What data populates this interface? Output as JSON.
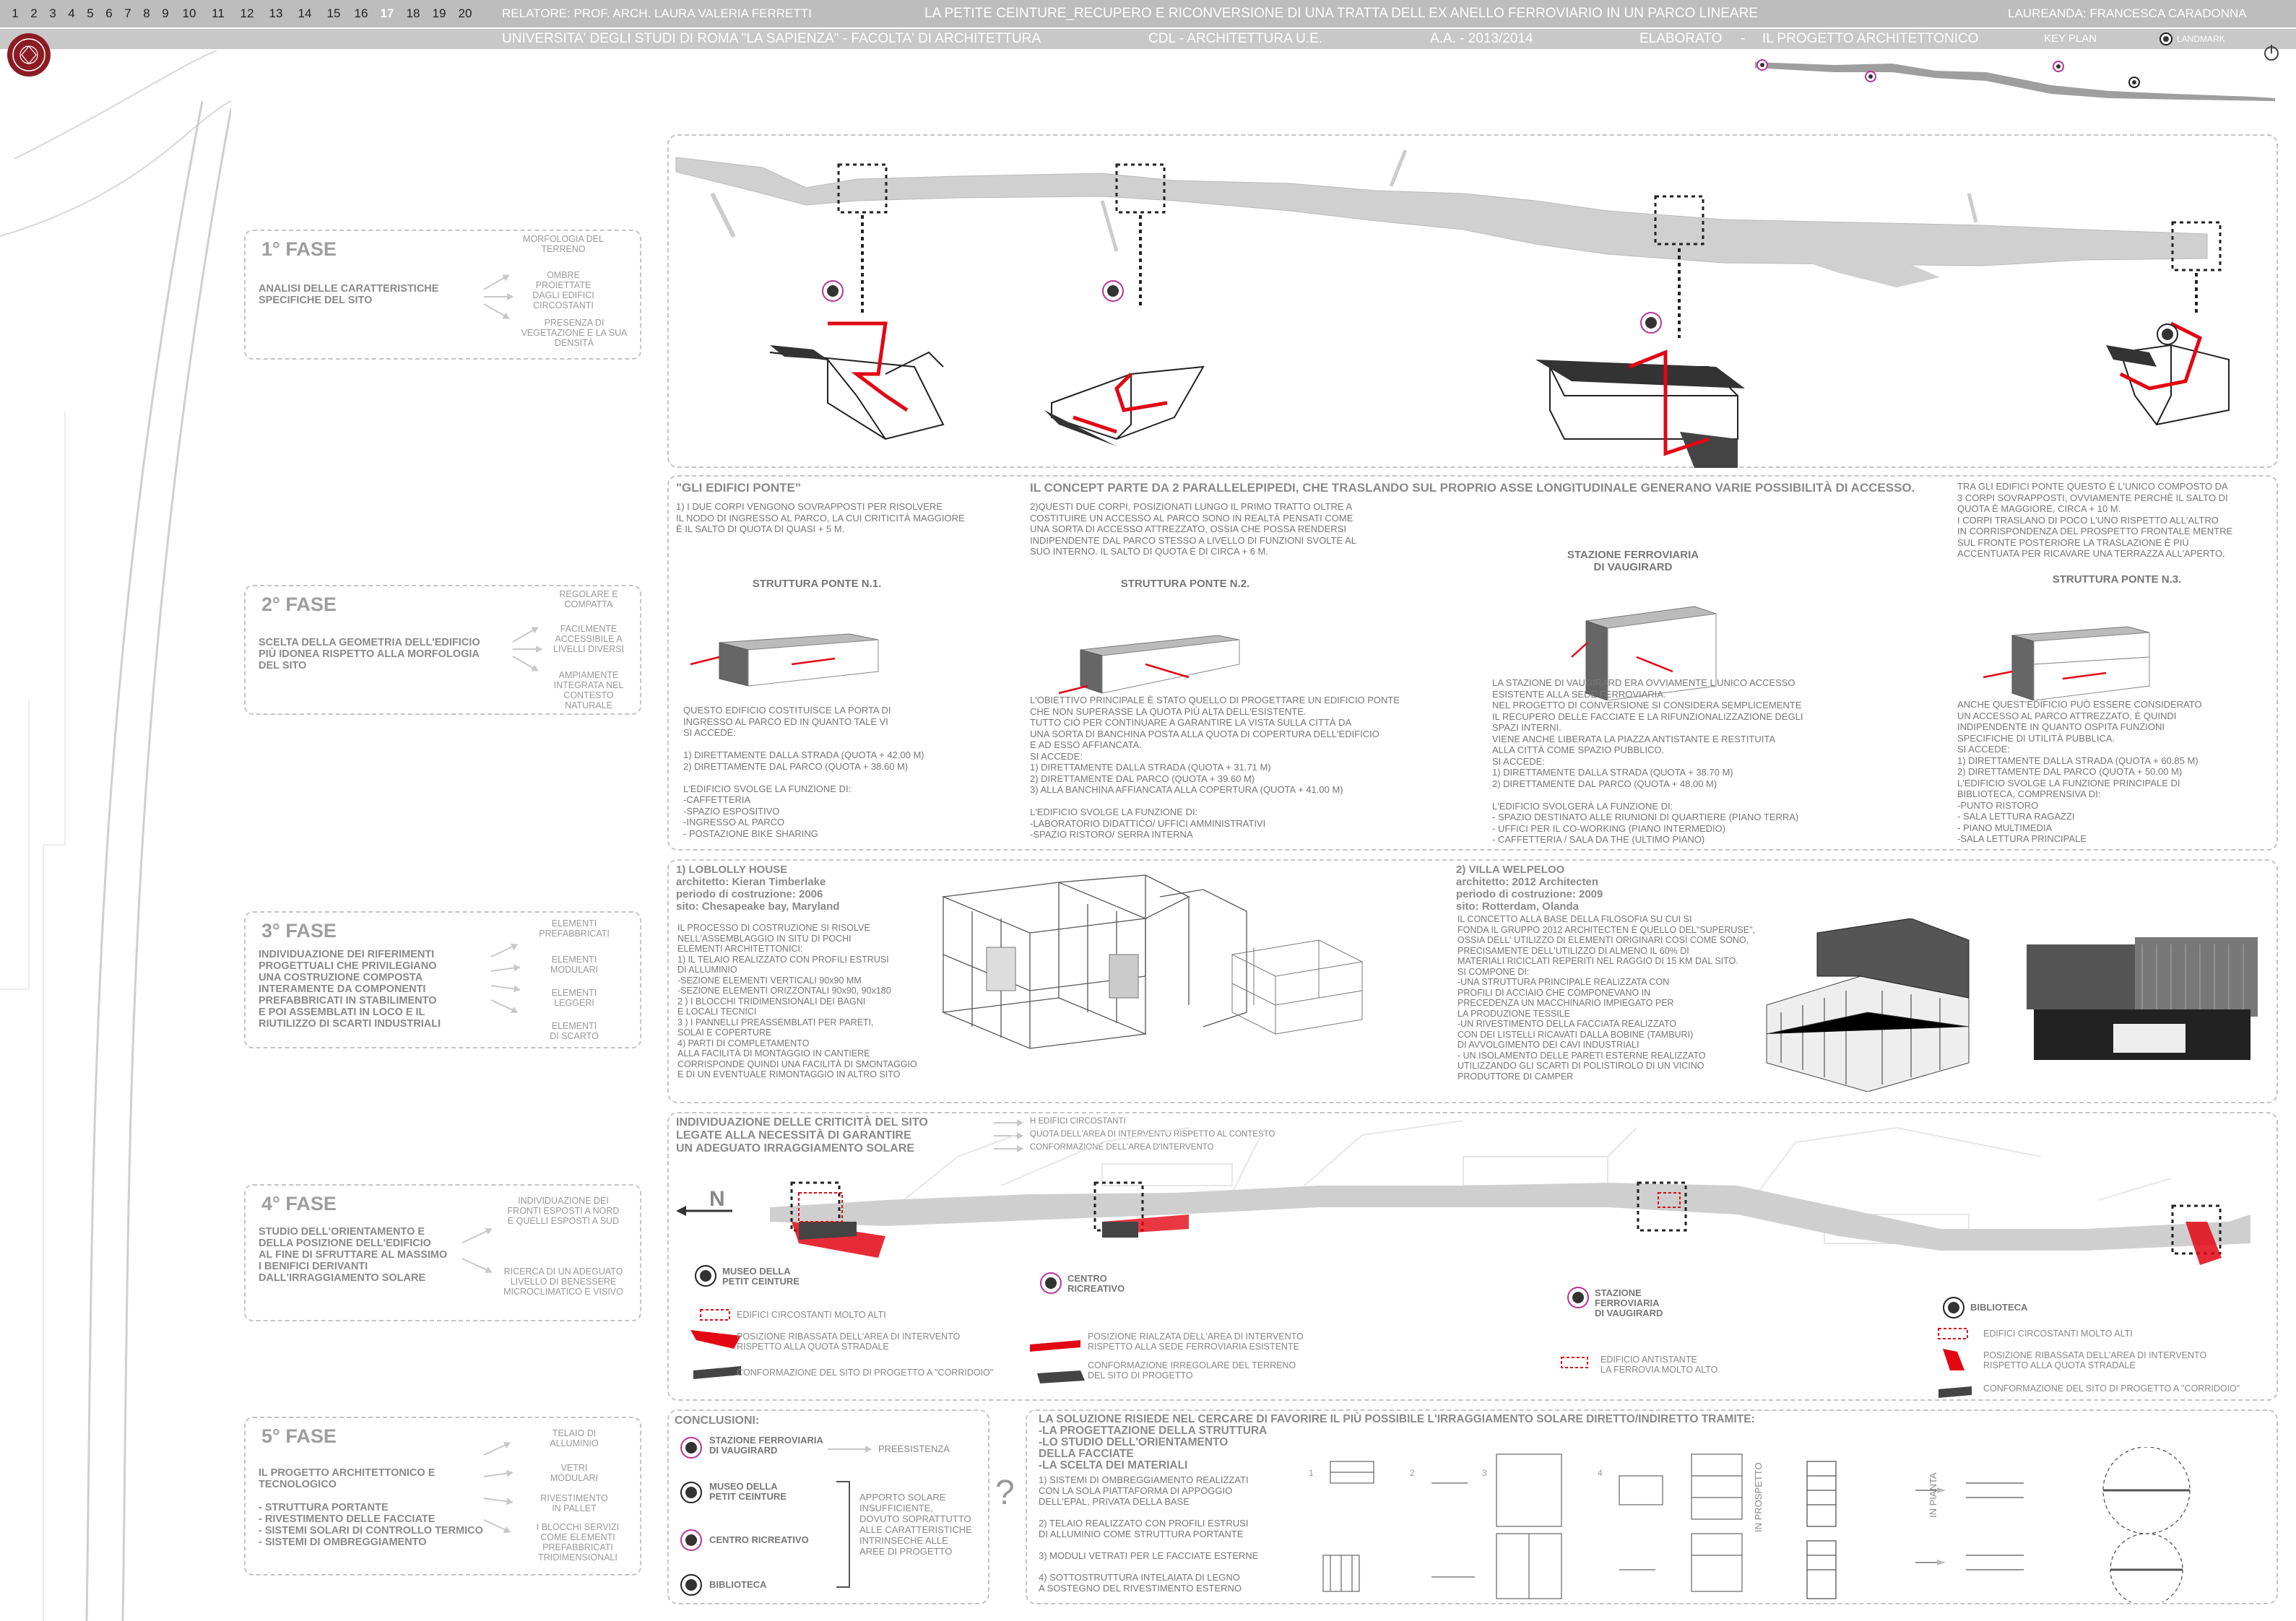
{
  "header": {
    "pages": [
      "1",
      "2",
      "3",
      "4",
      "5",
      "6",
      "7",
      "8",
      "9",
      "10",
      "11",
      "12",
      "13",
      "14",
      "15",
      "16",
      "17",
      "18",
      "19",
      "20"
    ],
    "current_page": "17",
    "relatore": "RELATORE: PROF. ARCH. LAURA VALERIA FERRETTI",
    "title": "LA PETITE CEINTURE_RECUPERO E RICONVERSIONE DI UNA TRATTA DELL EX ANELLO FERROVIARIO IN UN PARCO LINEARE",
    "laureanda": "LAUREANDA: FRANCESCA CARADONNA",
    "university": "UNIVERSITA' DEGLI STUDI DI ROMA \"LA SAPIENZA\"  -  FACOLTA' DI ARCHITETTURA",
    "cdl": "CDL - ARCHITETTURA U.E.",
    "aa": "A.A. -  2013/2014",
    "elaborato": "ELABORATO",
    "elaborato_title": "IL PROGETTO ARCHITETTONICO",
    "key_plan": "KEY PLAN",
    "landmark": "LANDMARK"
  },
  "phases": [
    {
      "title": "1° FASE",
      "desc": "ANALISI DELLE CARATTERISTICHE\nSPECIFICHE DEL SITO",
      "items": [
        "MORFOLOGIA DEL\nTERRENO",
        "OMBRE PROIETTATE\nDAGLI EDIFICI\nCIRCOSTANTI",
        "PRESENZA DI\nVEGETAZIONE E LA SUA\nDENSITÀ"
      ]
    },
    {
      "title": "2° FASE",
      "desc": "SCELTA DELLA GEOMETRIA DELL'EDIFICIO\nPIÙ IDONEA RISPETTO ALLA MORFOLOGIA\nDEL SITO",
      "items": [
        "REGOLARE E\nCOMPATTA",
        "FACILMENTE\nACCESSIBILE A\nLIVELLI DIVERSI",
        "AMPIAMENTE\nINTEGRATA NEL\nCONTESTO\nNATURALE"
      ]
    },
    {
      "title": "3° FASE",
      "desc": "INDIVIDUAZIONE DEI RIFERIMENTI\nPROGETTUALI CHE PRIVILEGIANO\nUNA COSTRUZIONE COMPOSTA\nINTERAMENTE DA COMPONENTI\nPREFABBRICATI IN STABILIMENTO\nE POI ASSEMBLATI IN LOCO E IL\nRIUTILIZZO DI SCARTI INDUSTRIALI",
      "items": [
        "ELEMENTI\nPREFABBRICATI",
        "ELEMENTI\nMODULARI",
        "ELEMENTI\nLEGGERI",
        "ELEMENTI\nDI SCARTO"
      ]
    },
    {
      "title": "4° FASE",
      "desc": "STUDIO DELL'ORIENTAMENTO E\nDELLA POSIZIONE DELL'EDIFICIO\nAL FINE DI SFRUTTARE AL MASSIMO\nI BENIFICI DERIVANTI\nDALL'IRRAGGIAMENTO SOLARE",
      "items": [
        "INDIVIDUAZIONE DEI\nFRONTI ESPOSTI A NORD\nE QUELLI ESPOSTI A SUD",
        "RICERCA DI UN ADEGUATO\nLIVELLO DI BENESSERE\nMICROCLIMATICO E VISIVO"
      ]
    },
    {
      "title": "5° FASE",
      "desc": "IL PROGETTO ARCHITETTONICO E\nTECNOLOGICO\n\n- STRUTTURA PORTANTE\n- RIVESTIMENTO DELLE FACCIATE\n- SISTEMI SOLARI DI CONTROLLO TERMICO\n- SISTEMI DI OMBREGGIAMENTO",
      "items": [
        "TELAIO DI\nALLUMINIO",
        "VETRI\nMODULARI",
        "RIVESTIMENTO\nIN PALLET",
        "I BLOCCHI SERVIZI\nCOME ELEMENTI\nPREFABBRICATI\nTRIDIMENSIONALI"
      ]
    }
  ],
  "concept": {
    "heading_left": "\"GLI EDIFICI PONTE\"",
    "heading_main": "IL CONCEPT PARTE DA 2 PARALLELEPIPEDI, CHE TRASLANDO SUL PROPRIO ASSE LONGITUDINALE GENERANO VARIE POSSIBILITÀ DI ACCESSO.",
    "col1_intro": "1) I DUE CORPI VENGONO SOVRAPPOSTI PER RISOLVERE\n   IL NODO DI INGRESSO AL PARCO, LA CUI CRITICITÀ MAGGIORE\n   È IL SALTO DI QUOTA DI QUASI + 5 M.",
    "col2_intro": "2)QUESTI DUE CORPI, POSIZIONATI LUNGO IL PRIMO TRATTO OLTRE A\n   COSTITUIRE UN ACCESSO AL PARCO SONO IN REALTÀ PENSATI COME\n   UNA SORTA DI ACCESSO ATTREZZATO, OSSIA CHE POSSA RENDERSI\n   INDIPENDENTE DAL PARCO STESSO A LIVELLO DI FUNZIONI SVOLTE AL\n   SUO INTERNO. IL SALTO DI QUOTA È DI CIRCA + 6 M.",
    "col4_intro": "TRA GLI EDIFICI PONTE QUESTO È L'UNICO COMPOSTO DA\n3 CORPI SOVRAPPOSTI, OVVIAMENTE PERCHÈ IL SALTO DI\nQUOTA È MAGGIORE, CIRCA + 10 M.\nI CORPI TRASLANO DI POCO L'UNO RISPETTO ALL'ALTRO\nIN CORRISPONDENZA DEL PROSPETTO FRONTALE MENTRE\nSUL FRONTE POSTERIORE LA TRASLAZIONE È PIÙ\nACCENTUATA PER RICAVARE UNA TERRAZZA ALL'APERTO.",
    "titles": [
      "STRUTTURA PONTE N.1.",
      "STRUTTURA PONTE N.2.",
      "STAZIONE FERROVIARIA\nDI VAUGIRARD",
      "STRUTTURA PONTE N.3."
    ],
    "col1_body": "QUESTO EDIFICIO COSTITUISCE LA PORTA DI\nINGRESSO AL PARCO ED IN QUANTO TALE VI\nSI ACCEDE:\n\n1) DIRETTAMENTE DALLA STRADA (QUOTA + 42.00 M)\n2) DIRETTAMENTE DAL PARCO (QUOTA + 38.60 M)\n\nL'EDIFICIO SVOLGE LA FUNZIONE DI:\n-CAFFETTERIA\n-SPAZIO ESPOSITIVO\n-INGRESSO AL PARCO\n- POSTAZIONE BIKE SHARING",
    "col2_body": "L'OBIETTIVO PRINCIPALE È STATO QUELLO DI PROGETTARE UN EDIFICIO PONTE\nCHE NON SUPERASSE LA QUOTA PIÙ ALTA DELL'ESISTENTE.\nTUTTO CIÒ PER CONTINUARE A GARANTIRE LA VISTA SULLA CITTÀ DA\nUNA SORTA DI BANCHINA POSTA ALLA QUOTA DI COPERTURA DELL'EDIFICIO\nE AD ESSO AFFIANCATA.\nSI ACCEDE:\n1) DIRETTAMENTE DALLA STRADA (QUOTA + 31.71 M)\n2) DIRETTAMENTE DAL PARCO (QUOTA + 39.60 M)\n3) ALLA BANCHINA AFFIANCATA ALLA COPERTURA (QUOTA + 41.00 M)\n\nL'EDIFICIO SVOLGE LA FUNZIONE DI:\n-LABORATORIO DIDATTICO/ UFFICI AMMINISTRATIVI\n-SPAZIO RISTORO/ SERRA INTERNA",
    "col3_body": "LA STAZIONE DI VAUGIRARD ERA OVVIAMENTE L'UNICO ACCESSO\nESISTENTE ALLA SEDE FERROVIARIA.\nNEL PROGETTO DI CONVERSIONE SI CONSIDERA SEMPLICEMENTE\nIL RECUPERO DELLE FACCIATE E LA RIFUNZIONALIZZAZIONE DEGLI\nSPAZI INTERNI.\nVIENE ANCHE LIBERATA LA PIAZZA ANTISTANTE E RESTITUITA\nALLA CITTÀ COME SPAZIO PUBBLICO.\nSI ACCEDE:\n1) DIRETTAMENTE DALLA STRADA (QUOTA + 38.70 M)\n2) DIRETTAMENTE DAL PARCO (QUOTA + 48.00 M)\n\nL'EDIFICIO SVOLGERÀ LA FUNZIONE DI:\n- SPAZIO DESTINATO ALLE RIUNIONI DI QUARTIERE (PIANO TERRA)\n- UFFICI PER IL CO-WORKING (PIANO INTERMEDIO)\n- CAFFETTERIA / SALA DA THE (ULTIMO PIANO)",
    "col4_body": "ANCHE QUEST'EDIFICIO PUÒ ESSERE CONSIDERATO\nUN ACCESSO AL PARCO ATTREZZATO, È QUINDI\nINDIPENDENTE IN QUANTO OSPITA FUNZIONI\nSPECIFICHE DI UTILITÀ PUBBLICA.\nSI ACCEDE:\n1) DIRETTAMENTE DALLA STRADA (QUOTA + 60.85 M)\n2) DIRETTAMENTE DAL PARCO (QUOTA + 50.00 M)\nL'EDIFICIO SVOLGE LA FUNZIONE PRINCIPALE DI\nBIBLIOTECA, COMPRENSIVA DI:\n-PUNTO RISTORO\n- SALA LETTURA RAGAZZI\n- PIANO MULTIMEDIA\n-SALA LETTURA PRINCIPALE"
  },
  "references": {
    "ref1_head": "1) LOBLOLLY HOUSE\n     architetto: Kieran Timberlake\n     periodo di costruzione: 2006\n     sito:  Chesapeake bay, Maryland",
    "ref1_body": "IL PROCESSO DI COSTRUZIONE SI RISOLVE\nNELL'ASSEMBLAGGIO IN SITU DI POCHI\nELEMENTI ARCHITETTONICI:\n1) IL TELAIO REALIZZATO CON PROFILI ESTRUSI\n   DI ALLUMINIO\n-SEZIONE ELEMENTI VERTICALI 90x90 MM\n-SEZIONE ELEMENTI ORIZZONTALI 90x90, 90x180\n2 ) I BLOCCHI TRIDIMENSIONALI DEI BAGNI\n   E LOCALI TECNICI\n3 ) I PANNELLI PREASSEMBLATI PER PARETI,\n   SOLAI E COPERTURE\n4) PARTI DI COMPLETAMENTO\nALLA FACILITÀ DI MONTAGGIO IN CANTIERE\nCORRISPONDE QUINDI UNA FACILITÀ DI SMONTAGGIO\nE DI UN EVENTUALE RIMONTAGGIO IN ALTRO SITO",
    "ref2_head": "2) VILLA WELPELOO\n     architetto: 2012 Architecten\n     periodo di costruzione: 2009\n     sito:  Rotterdam, Olanda",
    "ref2_body": "IL CONCETTO ALLA BASE DELLA FILOSOFIA SU CUI SI\nFONDA IL GRUPPO 2012 ARCHITECTEN È QUELLO DEL\"SUPERUSE\",\nOSSIA DELL' UTILIZZO DI ELEMENTI ORIGINARI COSÌ COME SONO,\nPRECISAMENTE DELL'UTILIZZO DI ALMENO IL 60% DI\nMATERIALI RICICLATI REPERITI NEL RAGGIO DI 15 KM DAL SITO.\nSI COMPONE DI:\n-UNA STRUTTURA PRINCIPALE REALIZZATA CON\nPROFILI DI ACCIAIO CHE COMPONEVANO IN\nPRECEDENZA UN MACCHINARIO IMPIEGATO PER\nLA PRODUZIONE TESSILE\n-UN RIVESTIMENTO DELLA FACCIATA REALIZZATO\nCON DEI LISTELLI RICAVATI DALLA BOBINE (TAMBURI)\nDI AVVOLGIMENTO DEI CAVI INDUSTRIALI\n- UN ISOLAMENTO DELLE PARETI ESTERNE REALIZZATO\nUTILIZZANDO GLI SCARTI DI POLISTIROLO DI UN VICINO\nPRODUTTORE DI CAMPER"
  },
  "solar": {
    "heading": "INDIVIDUAZIONE DELLE CRITICITÀ DEL SITO\nLEGATE ALLA NECESSITÀ DI GARANTIRE\nUN ADEGUATO IRRAGGIAMENTO SOLARE",
    "points": [
      "H EDIFICI CIRCOSTANTI",
      "QUOTA DELL'AREA DI INTERVENTO RISPETTO AL CONTESTO",
      "CONFORMAZIONE DELL'AREA D'INTERVENTO"
    ],
    "north": "N",
    "places": [
      "MUSEO DELLA\nPETIT CEINTURE",
      "CENTRO\nRICREATIVO",
      "STAZIONE\nFERROVIARIA\nDI VAUGIRARD",
      "BIBLIOTECA"
    ],
    "legend1": [
      "EDIFICI CIRCOSTANTI MOLTO ALTI",
      "POSIZIONE RIBASSATA DELL'AREA DI INTERVENTO\nRISPETTO ALLA QUOTA STRADALE",
      "CONFORMAZIONE DEL SITO DI PROGETTO A \"CORRIDOIO\""
    ],
    "legend2": [
      "POSIZIONE RIALZATA DELL'AREA DI INTERVENTO\nRISPETTO ALLA SEDE FERROVIARIA ESISTENTE",
      "CONFORMAZIONE IRREGOLARE DEL TERRENO\nDEL SITO DI PROGETTO"
    ],
    "legend3": [
      "EDIFICIO ANTISTANTE\nLA FERROVIA MOLTO ALTO"
    ],
    "legend4": [
      "EDIFICI CIRCOSTANTI MOLTO ALTI",
      "POSIZIONE RIBASSATA DELL'AREA DI INTERVENTO\nRISPETTO ALLA QUOTA STRADALE",
      "CONFORMAZIONE DEL SITO DI PROGETTO A \"CORRIDOIO\""
    ]
  },
  "conclusions": {
    "heading": "CONCLUSIONI:",
    "items": [
      "STAZIONE FERROVIARIA\nDI VAUGIRARD",
      "MUSEO DELLA\nPETIT CEINTURE",
      "CENTRO RICREATIVO",
      "BIBLIOTECA"
    ],
    "preesistenza": "PREESISTENZA",
    "apporto": "APPORTO SOLARE\nINSUFFICIENTE,\nDOVUTO SOPRATTUTTO\nALLE CARATTERISTICHE\nINTRINSECHE ALLE\nAREE DI PROGETTO",
    "question": "?"
  },
  "solution": {
    "heading": "LA SOLUZIONE RISIEDE NEL CERCARE DI FAVORIRE IL PIÙ POSSIBILE L'IRRAGGIAMENTO SOLARE DIRETTO/INDIRETTO TRAMITE:\n-LA PROGETTAZIONE DELLA STRUTTURA\n-LO STUDIO DELL'ORIENTAMENTO\n DELLA FACCIATE\n-LA SCELTA DEI MATERIALI",
    "steps": "1) SISTEMI DI OMBREGGIAMENTO REALIZZATI\n   CON LA SOLA PIATTAFORMA DI APPOGGIO\n   DELL'EPAL, PRIVATA DELLA BASE\n\n2) TELAIO REALIZZATO CON PROFILI ESTRUSI\n   DI ALLUMINIO COME STRUTTURA PORTANTE\n\n3) MODULI VETRATI PER LE FACCIATE ESTERNE\n\n4) SOTTOSTRUTTURA INTELAIATA DI LEGNO\n   A SOSTEGNO DEL RIVESTIMENTO ESTERNO",
    "in_prospetto": "IN PROSPETTO",
    "in_pianta": "IN PIANTA",
    "nums": [
      "1",
      "2",
      "3",
      "4"
    ]
  },
  "colors": {
    "accent": "#e30613",
    "purple": "#b6359c",
    "grey": "#bdbdbd"
  }
}
